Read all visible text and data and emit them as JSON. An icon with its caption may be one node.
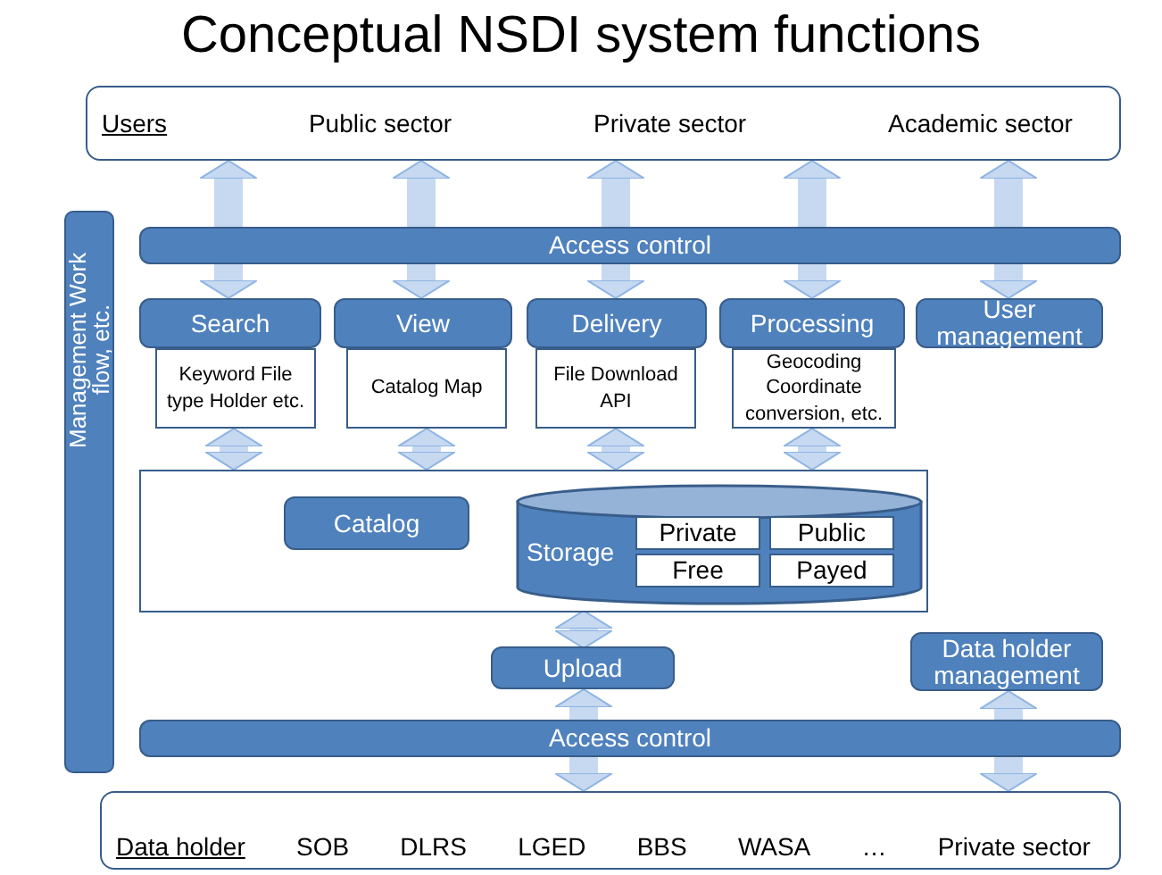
{
  "diagram": {
    "title": "Conceptual NSDI system functions",
    "nodes": [
      {
        "text": [
          "Users",
          "Public sector",
          "Private sector",
          "Academic sector"
        ]
      },
      {
        "text": [
          "Management Work flow, etc."
        ]
      },
      {
        "text": [
          "Access control"
        ]
      },
      {
        "text": [
          "Search"
        ]
      },
      {
        "text": [
          "View"
        ]
      },
      {
        "text": [
          "Delivery"
        ]
      },
      {
        "text": [
          "Processing"
        ]
      },
      {
        "text": [
          "User management"
        ]
      },
      {
        "text": [
          "Keyword File type Holder etc."
        ]
      },
      {
        "text": [
          "Catalog Map"
        ]
      },
      {
        "text": [
          "File Download API"
        ]
      },
      {
        "text": [
          "Geocoding Coordinate conversion, etc."
        ]
      },
      {
        "text": [],
        "shape": "box"
      },
      {
        "text": [
          "Catalog"
        ],
        "in": 12
      },
      {
        "text": [
          "Storage"
        ],
        "in": 12
      },
      {
        "text": [
          "Private"
        ],
        "in": 14
      },
      {
        "text": [
          "Public"
        ],
        "in": 14
      },
      {
        "text": [
          "Free"
        ],
        "in": 14
      },
      {
        "text": [
          "Payed"
        ],
        "in": 14
      },
      {
        "text": [
          "Upload"
        ]
      },
      {
        "text": [
          "Data holder management"
        ]
      },
      {
        "text": [
          "Access control"
        ]
      },
      {
        "text": [
          "Data holder",
          "SOB",
          "DLRS",
          "LGED",
          "BBS",
          "WASA",
          "…",
          "Private sector"
        ]
      }
    ],
    "edges": [
      {
        "from": 2,
        "to": 0,
        "arrow": "to"
      },
      {
        "from": 2,
        "to": 0,
        "arrow": "to"
      },
      {
        "from": 2,
        "to": 0,
        "arrow": "to"
      },
      {
        "from": 2,
        "to": 0,
        "arrow": "to"
      },
      {
        "from": 2,
        "to": 0,
        "arrow": "to"
      },
      {
        "from": 2,
        "to": 3,
        "arrow": "to"
      },
      {
        "from": 2,
        "to": 4,
        "arrow": "to"
      },
      {
        "from": 2,
        "to": 5,
        "arrow": "to"
      },
      {
        "from": 2,
        "to": 6,
        "arrow": "to"
      },
      {
        "from": 2,
        "to": 7,
        "arrow": "to"
      },
      {
        "from": 8,
        "to": 12,
        "arrow": "both"
      },
      {
        "from": 9,
        "to": 12,
        "arrow": "both"
      },
      {
        "from": 10,
        "to": 12,
        "arrow": "both"
      },
      {
        "from": 11,
        "to": 12,
        "arrow": "both"
      },
      {
        "from": 12,
        "to": 19,
        "arrow": "both"
      },
      {
        "from": 21,
        "to": 19,
        "arrow": "to"
      },
      {
        "from": 21,
        "to": 20,
        "arrow": "to"
      },
      {
        "from": 21,
        "to": 22,
        "arrow": "to"
      },
      {
        "from": 21,
        "to": 22,
        "arrow": "to"
      }
    ]
  }
}
